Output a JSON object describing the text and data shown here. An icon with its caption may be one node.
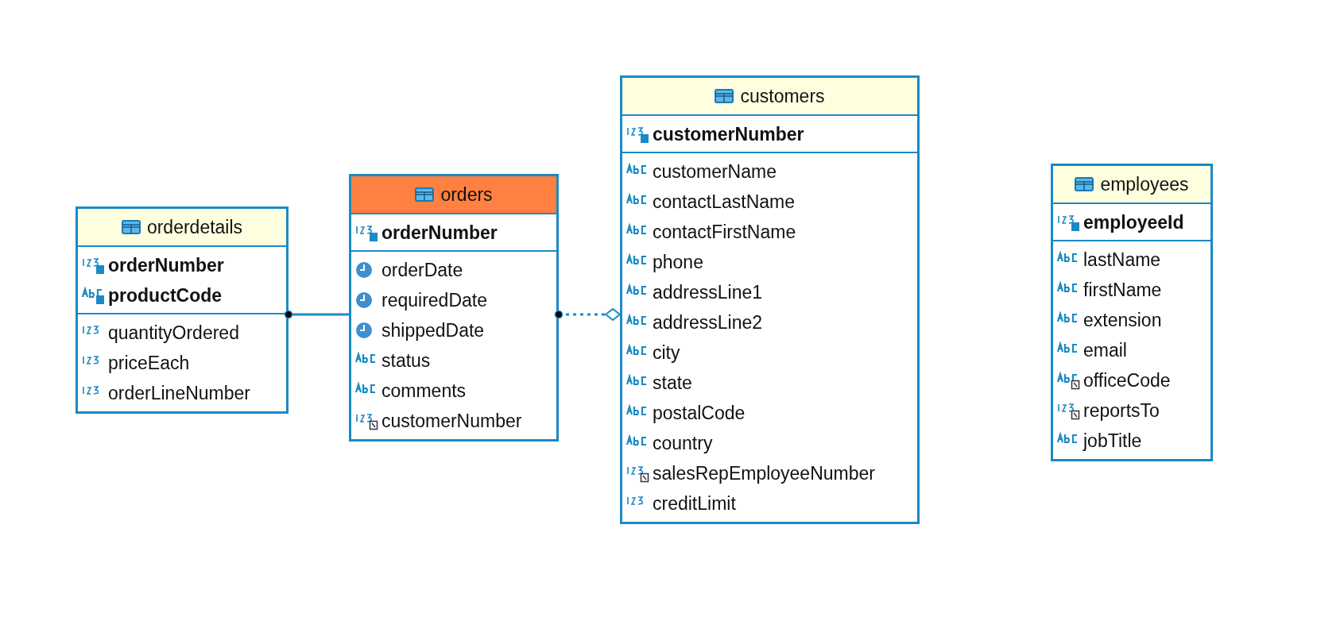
{
  "diagram": {
    "nodes": [
      {
        "text": [
          "orderdetails",
          "orderNumber",
          "productCode",
          "quantityOrdered",
          "priceEach",
          "orderLineNumber"
        ]
      },
      {
        "text": [
          "orders",
          "orderNumber",
          "orderDate",
          "requiredDate",
          "shippedDate",
          "status",
          "comments",
          "customerNumber"
        ]
      },
      {
        "text": [
          "customers",
          "customerNumber",
          "customerName",
          "contactLastName",
          "contactFirstName",
          "phone",
          "addressLine1",
          "addressLine2",
          "city",
          "state",
          "postalCode",
          "country",
          "salesRepEmployeeNumber",
          "creditLimit"
        ]
      },
      {
        "text": [
          "employees",
          "employeeId",
          "lastName",
          "firstName",
          "extension",
          "email",
          "officeCode",
          "reportsTo",
          "jobTitle"
        ]
      }
    ],
    "edges": [
      {
        "from": 0,
        "to": 1,
        "arrow": "other"
      },
      {
        "from": 1,
        "to": 2,
        "arrow": "other",
        "style": "dashed"
      }
    ]
  }
}
